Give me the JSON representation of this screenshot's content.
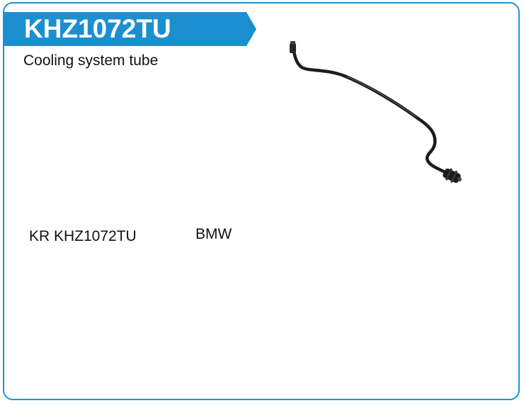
{
  "header": {
    "part_number": "KHZ1072TU",
    "description": "Cooling system tube"
  },
  "details": {
    "reference": "KR KHZ1072TU",
    "brand": "BMW"
  },
  "colors": {
    "accent": "#1f93d0",
    "banner_fill": "#1b8fd0",
    "text": "#111111",
    "tube": "#1c1c1c"
  },
  "image": {
    "subject": "cooling-tube-photo"
  }
}
